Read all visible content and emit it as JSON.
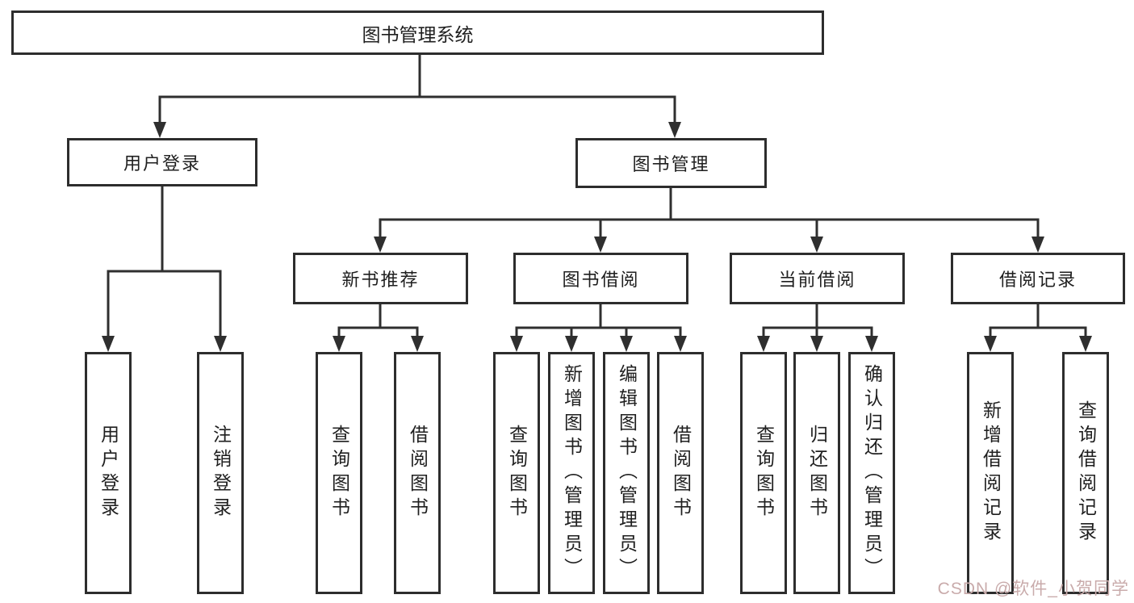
{
  "diagram": {
    "type": "hierarchy",
    "root": {
      "label": "图书管理系统",
      "children": [
        {
          "label": "用户登录",
          "children": [
            {
              "label": "用户登录"
            },
            {
              "label": "注销登录"
            }
          ]
        },
        {
          "label": "图书管理",
          "children": [
            {
              "label": "新书推荐",
              "children": [
                {
                  "label": "查询图书"
                },
                {
                  "label": "借阅图书"
                }
              ]
            },
            {
              "label": "图书借阅",
              "children": [
                {
                  "label": "查询图书"
                },
                {
                  "label": "新增图书（管理员）"
                },
                {
                  "label": "编辑图书（管理员）"
                },
                {
                  "label": "借阅图书"
                }
              ]
            },
            {
              "label": "当前借阅",
              "children": [
                {
                  "label": "查询图书"
                },
                {
                  "label": "归还图书"
                },
                {
                  "label": "确认归还（管理员）"
                }
              ]
            },
            {
              "label": "借阅记录",
              "children": [
                {
                  "label": "新增借阅记录"
                },
                {
                  "label": "查询借阅记录"
                }
              ]
            }
          ]
        }
      ]
    }
  },
  "watermark": {
    "text": "CSDN @软件_小贺同学",
    "color": "#c9abab"
  },
  "colors": {
    "line": "#2f2f2f",
    "node_border": "#2d2d2d",
    "node_fill": "#ffffff",
    "text": "#1f1f1f",
    "background": "#ffffff"
  }
}
